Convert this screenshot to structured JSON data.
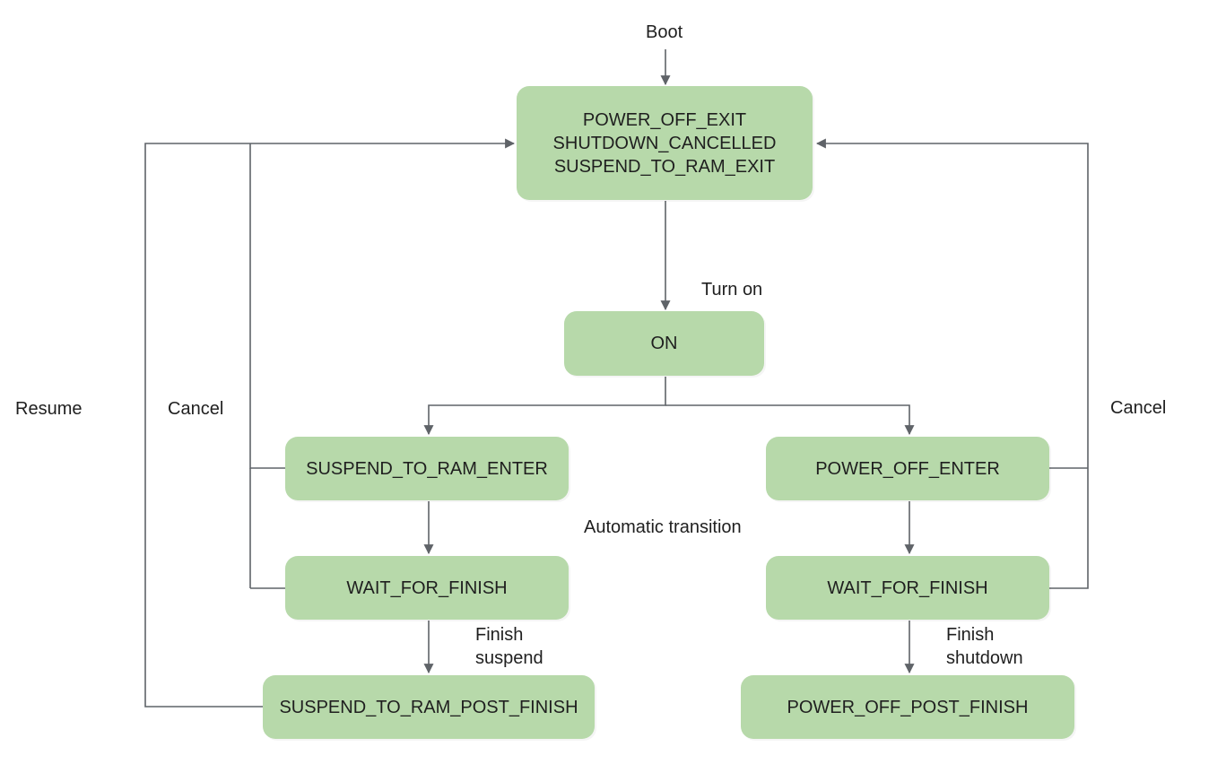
{
  "diagram": {
    "nodes": {
      "exit_state": {
        "lines": [
          "POWER_OFF_EXIT",
          "SHUTDOWN_CANCELLED",
          "SUSPEND_TO_RAM_EXIT"
        ]
      },
      "on": "ON",
      "suspend_enter": "SUSPEND_TO_RAM_ENTER",
      "suspend_wait": "WAIT_FOR_FINISH",
      "suspend_post": "SUSPEND_TO_RAM_POST_FINISH",
      "poweroff_enter": "POWER_OFF_ENTER",
      "poweroff_wait": "WAIT_FOR_FINISH",
      "poweroff_post": "POWER_OFF_POST_FINISH"
    },
    "labels": {
      "boot": "Boot",
      "turn_on": "Turn on",
      "automatic": "Automatic transition",
      "finish_suspend": [
        "Finish",
        "suspend"
      ],
      "finish_shutdown": [
        "Finish",
        "shutdown"
      ],
      "resume": "Resume",
      "cancel_left": "Cancel",
      "cancel_right": "Cancel"
    },
    "colors": {
      "node_fill": "#b7d9aa",
      "edge": "#5f6368"
    }
  }
}
